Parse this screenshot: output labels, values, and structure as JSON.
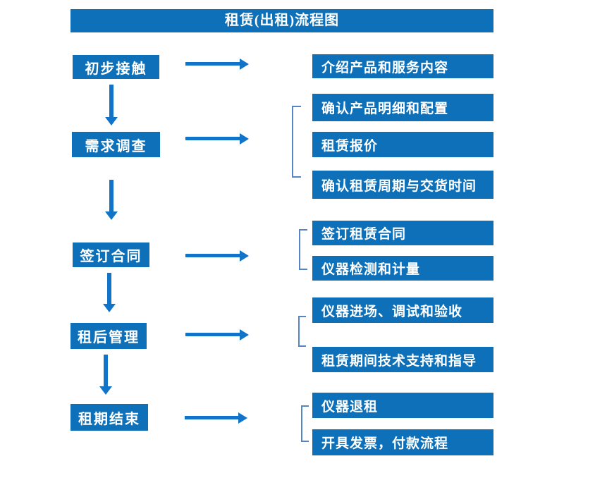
{
  "title": "租赁(出租)流程图",
  "flow": [
    {
      "step": "初步接触",
      "details": [
        "介绍产品和服务内容"
      ]
    },
    {
      "step": "需求调查",
      "details": [
        "确认产品明细和配置",
        "租赁报价",
        "确认租赁周期与交货时间"
      ]
    },
    {
      "step": "签订合同",
      "details": [
        "签订租赁合同",
        "仪器检测和计量"
      ]
    },
    {
      "step": "租后管理",
      "details": [
        "仪器进场、调试和验收",
        "租赁期间技术支持和指导"
      ]
    },
    {
      "step": "租期结束",
      "details": [
        "仪器退租",
        "开具发票，付款流程"
      ]
    }
  ],
  "colors": {
    "box_blue": "#0d70b8",
    "arrow_blue": "#1174c8",
    "bracket_blue": "#5585c5",
    "text_white": "#ffffff",
    "background": "#ffffff"
  }
}
